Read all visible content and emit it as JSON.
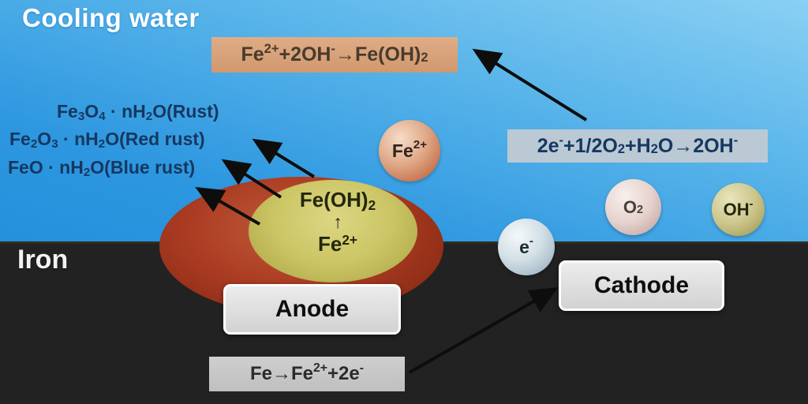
{
  "header": {
    "water_label": "Cooling water",
    "iron_label": "Iron"
  },
  "electrodes": {
    "anode": "Anode",
    "cathode": "Cathode"
  },
  "reactions": {
    "hydroxide_formation": [
      {
        "t": "Fe"
      },
      {
        "t": "2+",
        "p": "sup"
      },
      {
        "t": "+2OH"
      },
      {
        "t": "-",
        "p": "sup"
      },
      {
        "t": "→Fe(OH)"
      },
      {
        "t": "2",
        "p": "sub"
      }
    ],
    "oxygen_reduction": [
      {
        "t": "2e"
      },
      {
        "t": "-",
        "p": "sup"
      },
      {
        "t": "+1/2O"
      },
      {
        "t": "2",
        "p": "sub"
      },
      {
        "t": "+H"
      },
      {
        "t": "2",
        "p": "sub"
      },
      {
        "t": "O→2OH"
      },
      {
        "t": "-",
        "p": "sup"
      }
    ],
    "iron_oxidation": [
      {
        "t": "Fe→Fe"
      },
      {
        "t": "2+",
        "p": "sup"
      },
      {
        "t": "+2e"
      },
      {
        "t": "-",
        "p": "sup"
      }
    ]
  },
  "rust_products": {
    "magnetite": [
      {
        "t": "Fe"
      },
      {
        "t": "3",
        "p": "sub"
      },
      {
        "t": "O"
      },
      {
        "t": "4",
        "p": "sub"
      },
      {
        "t": " · nH"
      },
      {
        "t": "2",
        "p": "sub"
      },
      {
        "t": "O(Rust)"
      }
    ],
    "red_rust": [
      {
        "t": "Fe"
      },
      {
        "t": "2",
        "p": "sub"
      },
      {
        "t": "O"
      },
      {
        "t": "3",
        "p": "sub"
      },
      {
        "t": " · nH"
      },
      {
        "t": "2",
        "p": "sub"
      },
      {
        "t": "O(Red rust)"
      }
    ],
    "blue_rust": [
      {
        "t": "FeO · nH"
      },
      {
        "t": "2",
        "p": "sub"
      },
      {
        "t": "O(Blue rust)"
      }
    ]
  },
  "anode_film": {
    "product": [
      {
        "t": "Fe(OH)"
      },
      {
        "t": "2",
        "p": "sub"
      }
    ],
    "up_arrow": "↑",
    "ion": [
      {
        "t": "Fe"
      },
      {
        "t": "2+",
        "p": "sup"
      }
    ]
  },
  "species": {
    "ferrous_ion": [
      {
        "t": "Fe"
      },
      {
        "t": "2+",
        "p": "sup"
      }
    ],
    "oxygen": [
      {
        "t": "O"
      },
      {
        "t": "2",
        "p": "sub"
      }
    ],
    "hydroxide": [
      {
        "t": "OH"
      },
      {
        "t": "-",
        "p": "sup"
      }
    ],
    "electron": [
      {
        "t": "e"
      },
      {
        "t": "-",
        "p": "sup"
      }
    ]
  },
  "colors": {
    "water_top": "#8ad0f4",
    "water_deep": "#2490dc",
    "iron_gray": "#8a8a88",
    "rust_red": "#ab3c23",
    "film_olive": "#ccc666",
    "hydroxide_box": "#d9a37d",
    "oxygen_box": "#bac9d4",
    "oxidation_box": "#c7c7c7",
    "electrode_box": "#d9d9d9",
    "arrow_black": "#0d0d0d",
    "rust_text_navy": "#16375f"
  }
}
